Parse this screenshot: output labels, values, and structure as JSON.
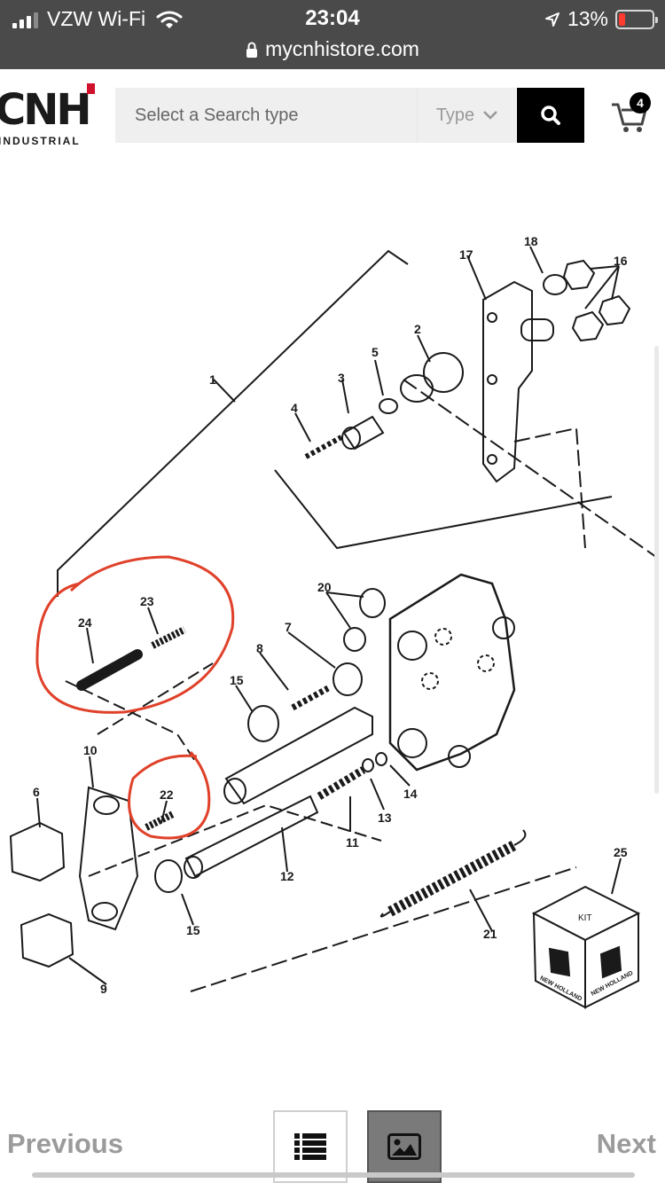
{
  "status_bar": {
    "carrier": "VZW Wi-Fi",
    "time": "23:04",
    "battery_percent": "13%",
    "battery_level": 0.13,
    "url": "mycnhistore.com"
  },
  "header": {
    "logo_main": "CNH",
    "logo_sub": "INDUSTRIAL",
    "search_placeholder": "Select a Search type",
    "type_label": "Type",
    "cart_count": "4"
  },
  "diagram": {
    "labels": [
      "1",
      "2",
      "3",
      "4",
      "5",
      "6",
      "7",
      "8",
      "9",
      "10",
      "11",
      "12",
      "13",
      "14",
      "15",
      "15",
      "16",
      "17",
      "18",
      "20",
      "21",
      "22",
      "23",
      "24",
      "25"
    ],
    "kit_label": "KIT",
    "brand_text": "NEW HOLLAND",
    "annotation_color": "#e0412a"
  },
  "bottom_nav": {
    "previous": "Previous",
    "next": "Next"
  }
}
